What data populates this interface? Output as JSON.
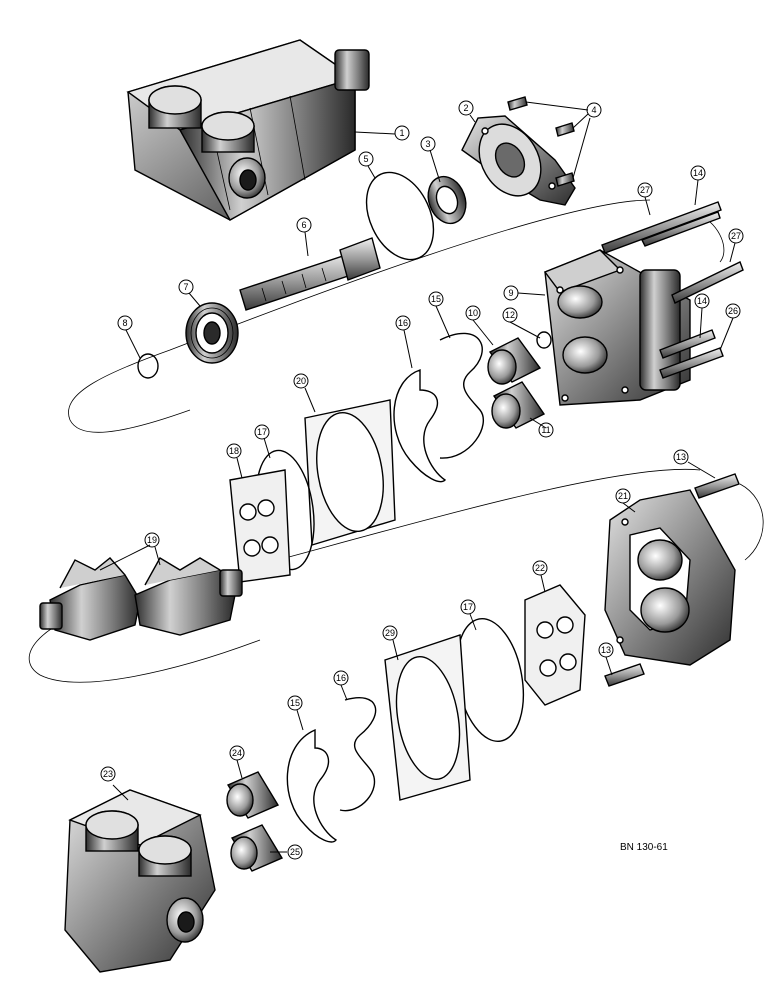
{
  "callouts": [
    "1",
    "2",
    "3",
    "4",
    "5",
    "6",
    "7",
    "8",
    "9",
    "10",
    "11",
    "12",
    "13",
    "13",
    "14",
    "14",
    "15",
    "15",
    "16",
    "16",
    "17",
    "17",
    "18",
    "19",
    "20",
    "21",
    "22",
    "23",
    "24",
    "25",
    "26",
    "27",
    "27",
    "29"
  ],
  "reference": "BN 130-61",
  "colors": {
    "ink": "#000000",
    "metal_dark": "#3a3a3a",
    "metal_mid": "#8a8a8a",
    "metal_light": "#d8d8d8",
    "paper": "#ffffff"
  }
}
